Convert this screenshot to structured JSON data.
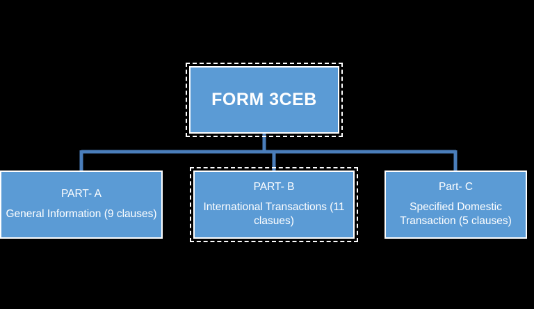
{
  "diagram": {
    "background_color": "#000000",
    "node_fill_color": "#5B9BD5",
    "node_border_color": "#FFFFFF",
    "connector_color": "#4A7EBB",
    "text_color": "#FFFFFF",
    "root": {
      "title": "FORM 3CEB"
    },
    "children": [
      {
        "title": "PART- A",
        "description": "General Information (9 clauses)"
      },
      {
        "title": "PART- B",
        "description": "International Transactions (11 clasues)"
      },
      {
        "title": "Part- C",
        "description": "Specified Domestic Transaction (5 clauses)"
      }
    ]
  }
}
